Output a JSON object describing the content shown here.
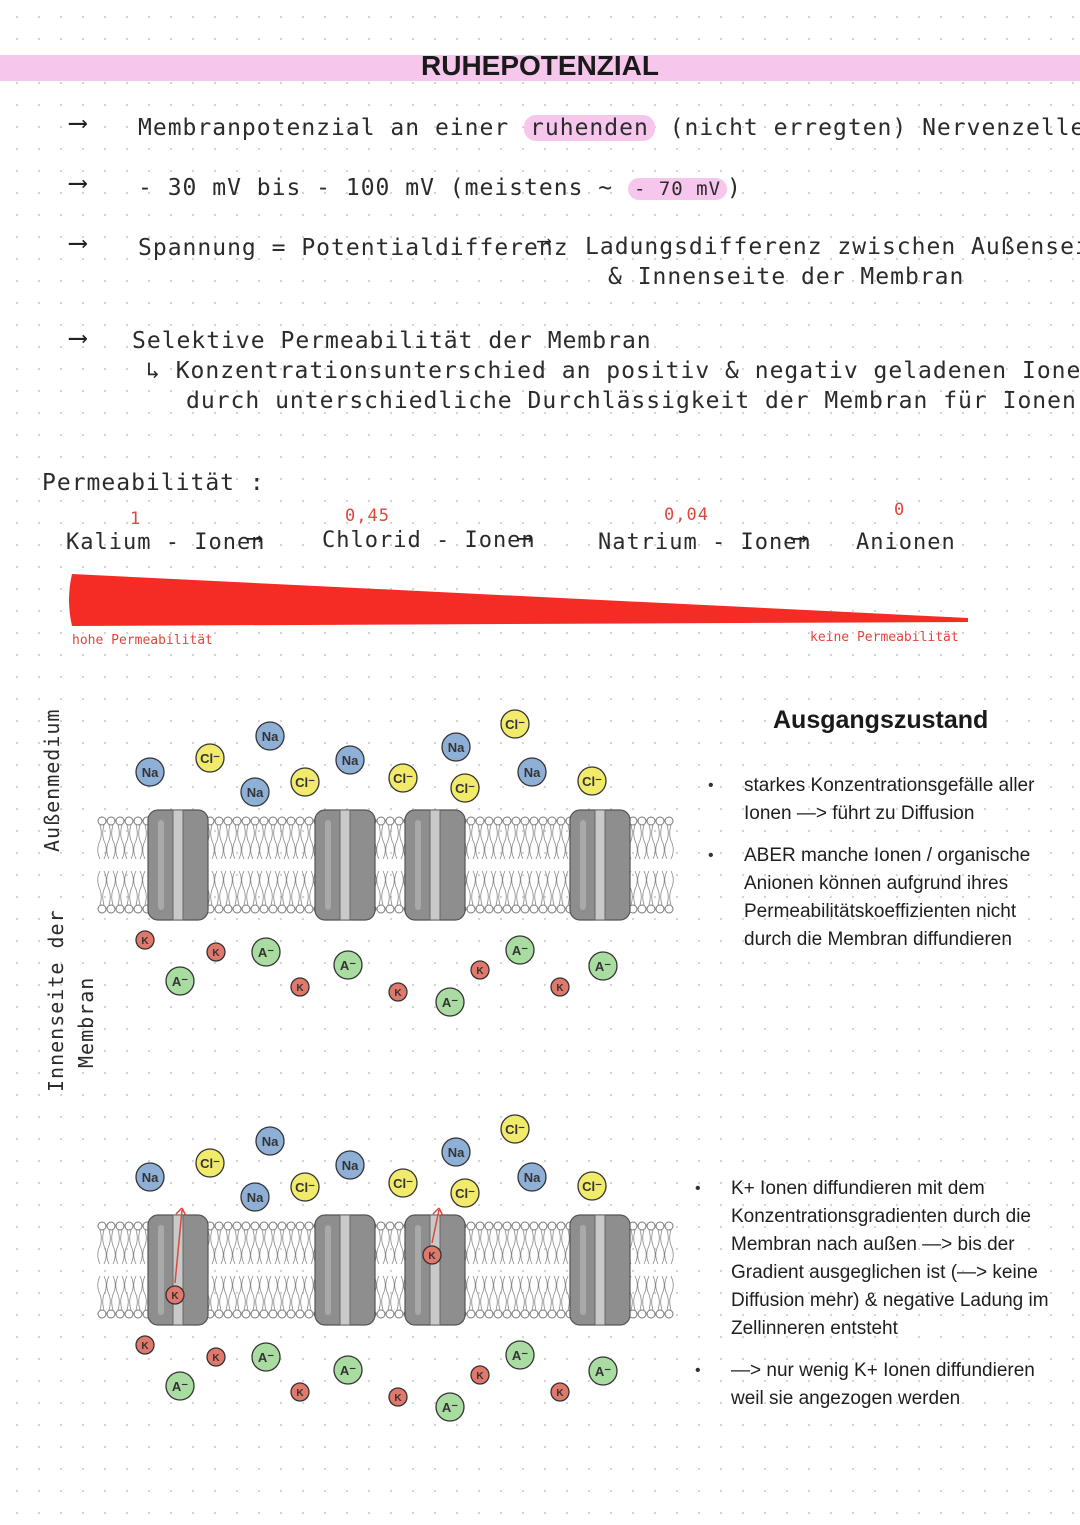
{
  "title": "RUHEPOTENZIAL",
  "lines": {
    "l1_a": "Membranpotenzial an einer",
    "l1_hl": "ruhenden",
    "l1_b": "(nicht erregten) Nervenzelle",
    "l2_a": "- 30 mV bis  - 100 mV (meistens  ~",
    "l2_hl": "- 70 mV",
    "l2_b": ")",
    "l3_a": "Spannung = Potentialdifferenz",
    "l3_b1": "Ladungsdifferenz zwischen Außenseite",
    "l3_b2": "& Innenseite der Membran",
    "l4": "Selektive Permeabilität der Membran",
    "l5": "↳ Konzentrationsunterschied an positiv & negativ geladenen Ionen",
    "l6": "durch unterschiedliche Durchlässigkeit der Membran für Ionen"
  },
  "permeability": {
    "heading": "Permeabilität :",
    "items": [
      {
        "value": "1",
        "label": "Kalium - Ionen"
      },
      {
        "value": "0,45",
        "label": "Chlorid - Ionen"
      },
      {
        "value": "0,04",
        "label": "Natrium - Ionen"
      },
      {
        "value": "0",
        "label": "Anionen"
      }
    ],
    "high_label": "hohe Permeabilität",
    "none_label": "keine Permeabilität",
    "bar_color": "#f52b25"
  },
  "side_labels": {
    "outside": "Außenmedium",
    "inside_1": "Innenseite der",
    "inside_2": "Membran"
  },
  "diagram_top": {
    "heading": "Ausgangszustand",
    "bullets": [
      "starkes Konzentrationsgefälle aller Ionen —> führt zu Diffusion",
      "ABER manche Ionen / organische Anionen können aufgrund ihres Permeabilitätskoeffizienten nicht durch die Membran diffundieren"
    ]
  },
  "diagram_bottom": {
    "bullets": [
      "K+ Ionen diffundieren mit dem Konzentrationsgradienten durch die Membran nach außen —> bis der Gradient ausgeglichen ist (—> keine Diffusion mehr) & negative Ladung im Zellinneren entsteht",
      "—> nur wenig K+ Ionen diffundieren weil sie angezogen werden"
    ]
  },
  "ion_labels": {
    "na": "Na",
    "cl": "Cl⁻",
    "k": "K",
    "a": "A⁻"
  },
  "colors": {
    "na": "#8fb0d6",
    "cl": "#f1ea6a",
    "k": "#e0786c",
    "a": "#a9dca1",
    "channel": "#8e8e8e",
    "highlight": "#f7c6ec"
  }
}
